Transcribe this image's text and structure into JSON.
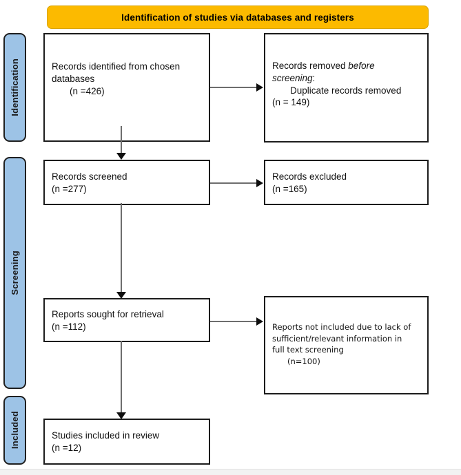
{
  "banner": {
    "title": "Identification of studies via databases and registers",
    "color": "#fcba00"
  },
  "rails": {
    "color": "#9dc3e6",
    "items": [
      {
        "id": "identification",
        "label": "Identification"
      },
      {
        "id": "screening",
        "label": "Screening"
      },
      {
        "id": "included",
        "label": "Included"
      }
    ]
  },
  "chart_data": {
    "type": "diagram",
    "title": "Identification of studies via databases and registers",
    "stages": [
      "Identification",
      "Screening",
      "Included"
    ],
    "nodes": [
      {
        "id": "identified",
        "stage": "Identification",
        "label": "Records identified from chosen databases",
        "n": 426,
        "n_text": "(n =426)"
      },
      {
        "id": "removed",
        "stage": "Identification",
        "label": "Records removed before screening: Duplicate records removed",
        "n": 149,
        "n_text": "(n = 149)"
      },
      {
        "id": "screened",
        "stage": "Screening",
        "label": "Records screened",
        "n": 277,
        "n_text": "(n =277)"
      },
      {
        "id": "excluded",
        "stage": "Screening",
        "label": "Records excluded",
        "n": 165,
        "n_text": "(n =165)"
      },
      {
        "id": "sought",
        "stage": "Screening",
        "label": "Reports sought for retrieval",
        "n": 112,
        "n_text": "(n =112)"
      },
      {
        "id": "not_included",
        "stage": "Screening",
        "label": "Reports not included due to lack of sufficient/relevant information in full text screening",
        "n": 100,
        "n_text": "(n=100)"
      },
      {
        "id": "included",
        "stage": "Included",
        "label": "Studies included in review",
        "n": 12,
        "n_text": "(n =12)"
      }
    ],
    "edges": [
      {
        "from": "identified",
        "to": "removed",
        "direction": "horizontal"
      },
      {
        "from": "identified",
        "to": "screened",
        "direction": "vertical"
      },
      {
        "from": "screened",
        "to": "excluded",
        "direction": "horizontal"
      },
      {
        "from": "screened",
        "to": "sought",
        "direction": "vertical"
      },
      {
        "from": "sought",
        "to": "not_included",
        "direction": "horizontal"
      },
      {
        "from": "sought",
        "to": "included",
        "direction": "vertical"
      }
    ]
  },
  "boxes": {
    "identified": {
      "line1": "Records identified from chosen",
      "line2": "databases",
      "line3": "(n =426)"
    },
    "removed": {
      "line1_a": "Records removed ",
      "line1_b": "before",
      "line2_a": "screening",
      "line2_b": ":",
      "line3": "Duplicate records removed",
      "line4": "(n = 149)"
    },
    "screened": {
      "line1": "Records screened",
      "line2": "(n =277)"
    },
    "excluded": {
      "line1": "Records excluded",
      "line2": "(n =165)"
    },
    "sought": {
      "line1": "Reports sought for retrieval",
      "line2": "(n =112)"
    },
    "not_included": {
      "line1": "Reports not included due to lack of",
      "line2": "sufficient/relevant information in",
      "line3": "full text screening",
      "line4": "(n=100)"
    },
    "included": {
      "line1": "Studies included in review",
      "line2": "(n =12)"
    }
  }
}
